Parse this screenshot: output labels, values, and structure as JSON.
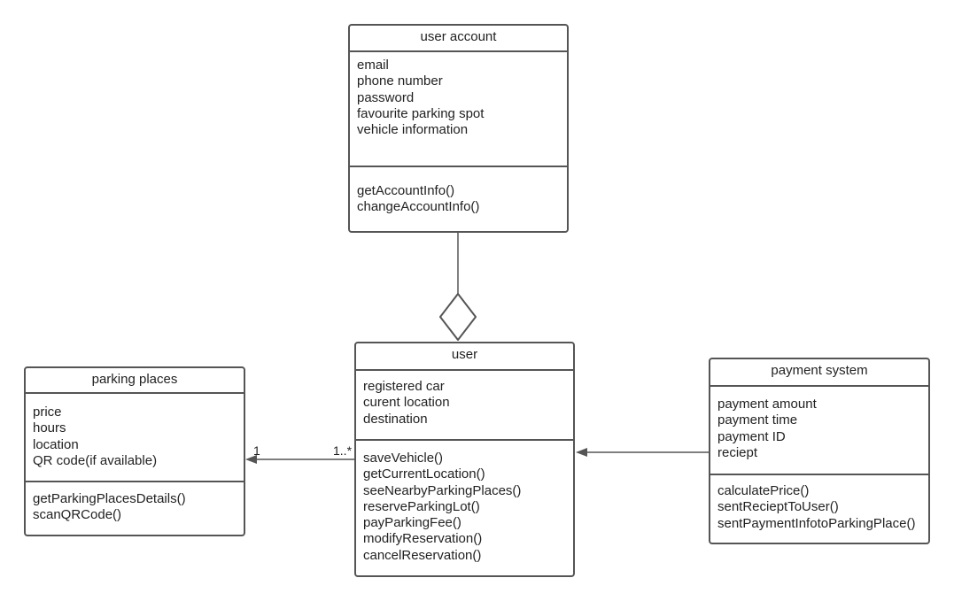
{
  "classes": {
    "user_account": {
      "name": "user account",
      "attributes": [
        "email",
        "phone number",
        "password",
        "favourite parking spot",
        "vehicle information"
      ],
      "methods": [
        "getAccountInfo()",
        "changeAccountInfo()"
      ]
    },
    "user": {
      "name": "user",
      "attributes": [
        "registered car",
        "curent location",
        "destination"
      ],
      "methods": [
        "saveVehicle()",
        "getCurrentLocation()",
        "seeNearbyParkingPlaces()",
        "reserveParkingLot()",
        "payParkingFee()",
        "modifyReservation()",
        "cancelReservation()"
      ]
    },
    "parking_places": {
      "name": "parking places",
      "attributes": [
        "price",
        "hours",
        "location",
        "QR code(if available)"
      ],
      "methods": [
        "getParkingPlacesDetails()",
        "scanQRCode()"
      ]
    },
    "payment_system": {
      "name": "payment system",
      "attributes": [
        "payment amount",
        "payment time",
        "payment ID",
        "reciept"
      ],
      "methods": [
        "calculatePrice()",
        "sentRecieptToUser()",
        "sentPaymentInfotoParkingPlace()"
      ]
    }
  },
  "relations": {
    "user_parking": {
      "source_multiplicity": "1..*",
      "target_multiplicity": "1"
    }
  },
  "colors": {
    "stroke": "#555555",
    "text": "#222222"
  }
}
